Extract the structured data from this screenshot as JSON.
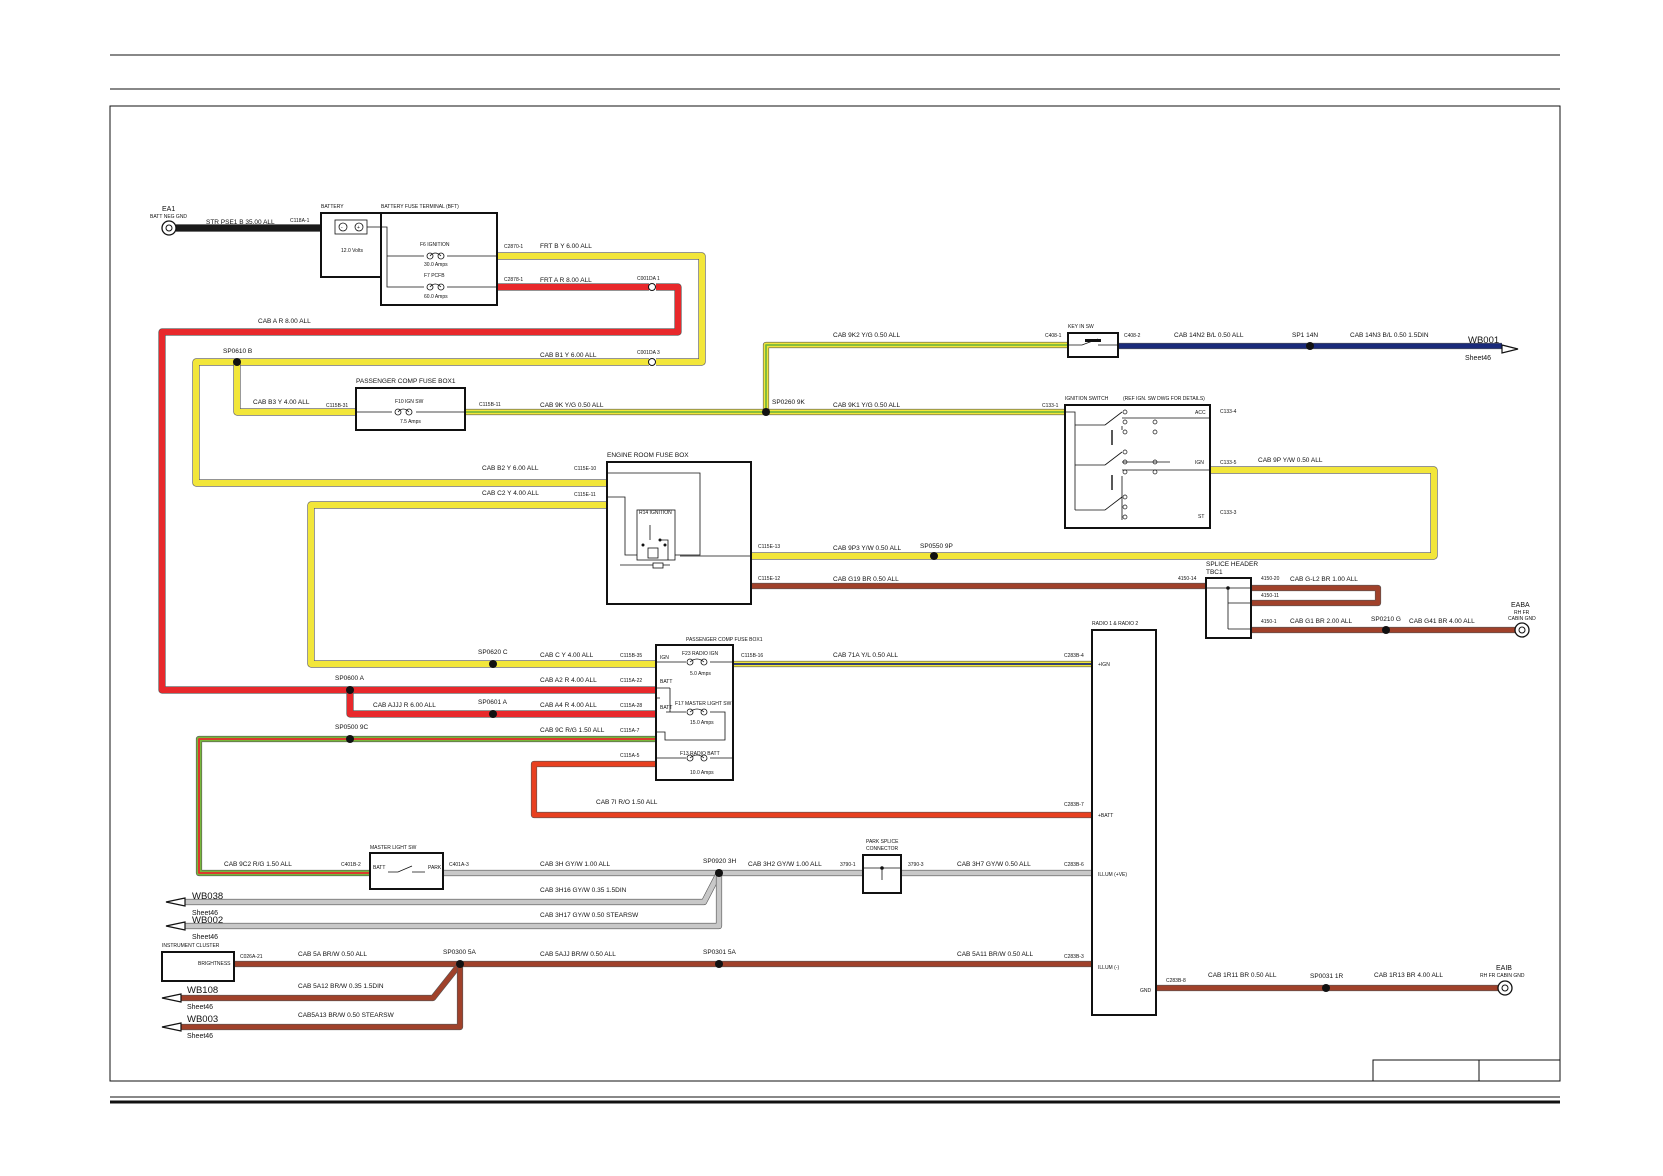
{
  "colors": {
    "yellow": "#f2e63a",
    "red": "#e8282b",
    "green": "#78b83c",
    "brown": "#a0412a",
    "navy": "#1a2a7a",
    "grey": "#c8c8c8",
    "black": "#1a1a1a",
    "orange_red": "#e84020"
  },
  "ground_ea1": {
    "id": "EA1",
    "label": "BATT NEG GND"
  },
  "ground_eaba": {
    "id": "EABA",
    "label1": "RH FR",
    "label2": "CABIN GND"
  },
  "ground_eaib": {
    "id": "EAIB",
    "label": "RH FR CABIN GND"
  },
  "battery": {
    "title": "BATTERY",
    "voltage": "12.0 Volts"
  },
  "bft": {
    "title": "BATTERY FUSE TERMINAL (BFT)",
    "fuse1_name": "F6 IGNITION",
    "fuse1_rating": "30.0 Amps",
    "fuse2_name": "F7 PCFB",
    "fuse2_rating": "60.0 Amps"
  },
  "pcfb1": {
    "title": "PASSENGER COMP FUSE BOX1",
    "fuse_name": "F10 IGN SW",
    "fuse_rating": "7.5 Amps"
  },
  "erfb": {
    "title": "ENGINE ROOM FUSE BOX",
    "relay": "R14 IGNITION"
  },
  "pcfb1b": {
    "title": "PASSENGER COMP FUSE BOX1",
    "pin_ign": "IGN",
    "pin_batt1": "BATT",
    "pin_batt2": "BATT",
    "f23": "F23 RADIO IGN",
    "f23_rating": "5.0 Amps",
    "f17": "F17 MASTER LIGHT SW",
    "f17_rating": "15.0 Amps",
    "f13": "F13 RADIO BATT",
    "f13_rating": "10.0 Amps"
  },
  "key_in_sw": {
    "title": "KEY IN SW"
  },
  "ign_switch": {
    "title": "IGNITION SWITCH",
    "note": "(REF IGN. SW DWG FOR DETAILS)",
    "acc": "ACC",
    "ign": "IGN",
    "st": "ST"
  },
  "splice_header": {
    "title": "SPLICE HEADER",
    "id": "TBC1"
  },
  "radio": {
    "title": "RADIO 1 & RADIO 2",
    "pin_ign": "+IGN",
    "pin_batt": "+BATT",
    "pin_illum_pos": "ILLUM (+VE)",
    "pin_illum_neg": "ILLUM (-)",
    "pin_gnd": "GND"
  },
  "master_light_sw": {
    "title": "MASTER LIGHT SW",
    "batt": "BATT",
    "park": "PARK"
  },
  "park_splice": {
    "title1": "PARK SPLICE",
    "title2": "CONNECTOR"
  },
  "instrument_cluster": {
    "title": "INSTRUMENT CLUSTER",
    "pin": "BRIGHTNESS"
  },
  "offsheet": {
    "wb001": "WB001",
    "wb038": "WB038",
    "wb002": "WB002",
    "wb108": "WB108",
    "wb003": "WB003",
    "sheet": "Sheet46"
  },
  "wire_labels": {
    "str": "STR   PSE1 B 35.00 ALL",
    "frt_by": "FRT    B Y 6.00 ALL",
    "frt_ar": "FRT    A R 8.00 ALL",
    "cab_ar": "CAB      A R 8.00 ALL",
    "cab_b1": "CAB    B1 Y 6.00 ALL",
    "cab_b3": "CAB    B3 Y 4.00 ALL",
    "cab_9k": "CAB    9K Y/G 0.50 ALL",
    "cab_9k1": "CAB    9K1 Y/G 0.50 ALL",
    "cab_9k2": "CAB    9K2 Y/G 0.50 ALL",
    "cab_14n2": "CAB    14N2 B/L 0.50 ALL",
    "cab_14n3": "CAB    14N3 B/L 0.50 1.5DIN",
    "cab_b2": "CAB    B2 Y 6.00 ALL",
    "cab_c2": "CAB    C2 Y 4.00 ALL",
    "cab_9p": "CAB    9P Y/W 0.50 ALL",
    "cab_9p3": "CAB    9P3 Y/W 0.50 ALL",
    "cab_g19": "CAB    G19 BR 0.50 ALL",
    "cab_gl2": "CAB    G-L2 BR 1.00 ALL",
    "cab_g1": "CAB    G1 BR 2.00 ALL",
    "cab_g41": "CAB    G41 BR 4.00 ALL",
    "cab_cy": "CAB    C Y 4.00 ALL",
    "cab_71a": "CAB    71A Y/L 0.50 ALL",
    "cab_a2": "CAB    A2 R 4.00 ALL",
    "cab_ajjj": "CAB    AJJJ R 6.00 ALL",
    "cab_a4": "CAB    A4 R 4.00 ALL",
    "cab_9c": "CAB    9C R/G 1.50 ALL",
    "cab_7i": "CAB    7I R/O 1.50 ALL",
    "cab_9c2": "CAB    9C2 R/G 1.50 ALL",
    "cab_3h": "CAB    3H GY/W 1.00 ALL",
    "cab_3h2": "CAB    3H2 GY/W 1.00 ALL",
    "cab_3h7": "CAB    3H7 GY/W 0.50 ALL",
    "cab_3h16": "CAB    3H16 GY/W 0.35 1.5DIN",
    "cab_3h17": "CAB    3H17 GY/W 0.50 STEARSW",
    "cab_5a": "CAB    5A BR/W 0.50 ALL",
    "cab_5ajj": "CAB    5AJJ BR/W 0.50 ALL",
    "cab_5a11": "CAB    5A11 BR/W 0.50 ALL",
    "cab_5a12": "CAB    5A12 BR/W 0.35 1.5DIN",
    "cab_5a13": "CAB5A13 BR/W 0.50 STEARSW",
    "cab_1r11": "CAB    1R11 BR 0.50 ALL",
    "cab_1r13": "CAB    1R13 BR 4.00 ALL"
  },
  "splices": {
    "sp0610": "SP0610 B",
    "sp0260": "SP0260 9K",
    "sp1": "SP1 14N",
    "sp0550": "SP0550 9P",
    "sp0210": "SP0210 G",
    "sp0620": "SP0620 C",
    "sp0600": "SP0600 A",
    "sp0601": "SP0601 A",
    "sp0500": "SP0500 9C",
    "sp0920": "SP0920 3H",
    "sp0300": "SP0300 5A",
    "sp0301": "SP0301 5A",
    "sp0031": "SP0031 1R"
  },
  "connectors": {
    "c118a1": "C118A-1",
    "c2870": "C2870-1",
    "c2878": "C2878-1",
    "c001da1": "C001DA 1",
    "c001da3": "C001DA 3",
    "c408_1": "C408-1",
    "c408_2": "C408-2",
    "c115b31": "C115B-31",
    "c115b11": "C115B-11",
    "c133_1": "C133-1",
    "c133_4": "C133-4",
    "c133_5": "C133-5",
    "c133_3": "C133-3",
    "c115e10": "C115E-10",
    "c115e11": "C115E-11",
    "c115e13": "C115E-13",
    "c115e12": "C115E-12",
    "c4150_14": "4150-14",
    "c4150_20": "4150-20",
    "c4150_11": "4150-11",
    "c4150_1": "4150-1",
    "c115b35": "C115B-35",
    "c115b16": "C115B-16",
    "c283b4": "C283B-4",
    "c115a22": "C115A-22",
    "c115a28": "C115A-28",
    "c115a7": "C115A-7",
    "c115a5": "C115A-5",
    "c283b7": "C283B-7",
    "c401b2": "C401B-2",
    "c401a3": "C401A-3",
    "c3790_1": "3790-1",
    "c3790_3": "3790-3",
    "c283b6": "C283B-6",
    "c026a21": "C026A-21",
    "c283b3": "C283B-3",
    "c283b8": "C283B-8"
  }
}
